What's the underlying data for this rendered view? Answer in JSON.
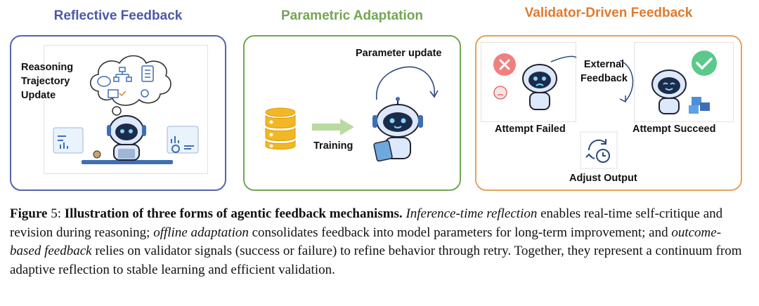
{
  "panels": [
    {
      "title": "Reflective Feedback",
      "color": "#4B5AA6",
      "labels": {
        "reasoning": "Reasoning\nTrajectory\nUpdate"
      }
    },
    {
      "title": "Parametric Adaptation",
      "color": "#72A653",
      "labels": {
        "param": "Parameter update",
        "training": "Training"
      }
    },
    {
      "title": "Validator-Driven Feedback",
      "color": "#E07A2E",
      "labels": {
        "external": "External\nFeedback",
        "failed": "Attempt Failed",
        "succeed": "Attempt Succeed",
        "adjust": "Adjust Output"
      }
    }
  ],
  "caption": {
    "figure_label": "Figure",
    "figure_number": "5:",
    "bold_title": "Illustration of three forms of agentic feedback mechanisms.",
    "term1": "Inference-time reflection",
    "text1": " enables real-time self-critique and revision during reasoning; ",
    "term2": "offline adaptation",
    "text2": " consolidates feedback into model parameters for long-term improvement; and ",
    "term3": "outcome-based feedback",
    "text3": " relies on validator signals (success or failure) to refine behavior through retry. Together, they represent a continuum from adaptive reflection to stable learning and efficient validation."
  }
}
